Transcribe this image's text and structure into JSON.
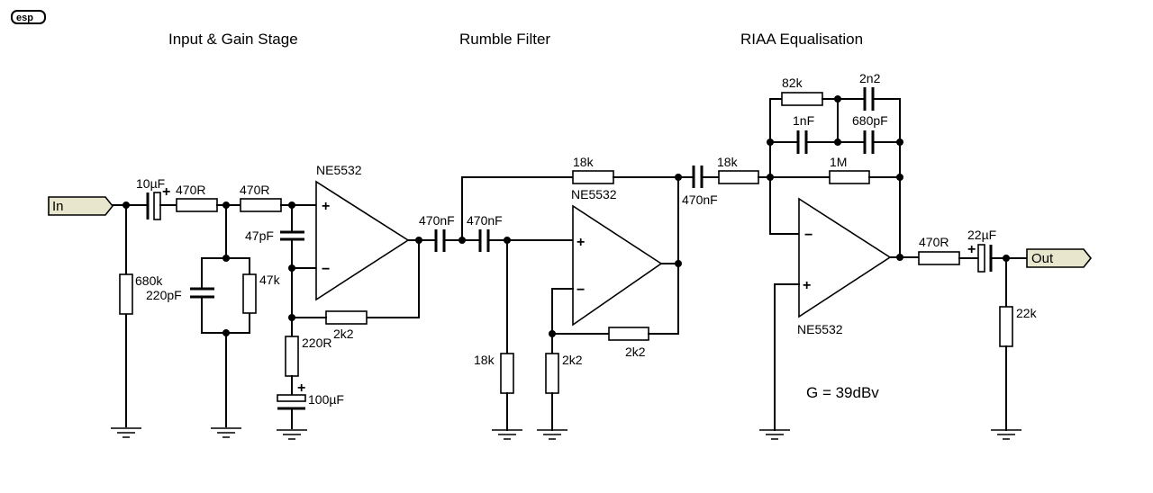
{
  "logo": {
    "text": "esp"
  },
  "sections": {
    "input_gain": "Input & Gain Stage",
    "rumble": "Rumble Filter",
    "riaa": "RIAA Equalisation"
  },
  "ports": {
    "input": "In",
    "output": "Out"
  },
  "components": {
    "c_in": "10µF",
    "r_in1": "470R",
    "r_in2": "470R",
    "r_shunt": "680k",
    "c_220p": "220pF",
    "r_47k": "47k",
    "c_47p": "47pF",
    "opamp1": "NE5532",
    "r_fb1": "2k2",
    "r_220r": "220R",
    "c_100u": "100µF",
    "c_rf1": "470nF",
    "c_rf2": "470nF",
    "r_rf_top": "18k",
    "opamp2": "NE5532",
    "r_rf_gnd": "18k",
    "r_rf_2k2a": "2k2",
    "r_rf_2k2b": "2k2",
    "c_riaa_in": "470nF",
    "r_riaa_in": "18k",
    "r_82k": "82k",
    "c_2n2": "2n2",
    "c_1nf": "1nF",
    "c_680p": "680pF",
    "r_1m": "1M",
    "opamp3": "NE5532",
    "r_out": "470R",
    "c_out": "22µF",
    "r_out_load": "22k"
  },
  "annotations": {
    "gain": "G = 39dBv"
  },
  "signs": {
    "plus": "+",
    "minus": "−"
  }
}
